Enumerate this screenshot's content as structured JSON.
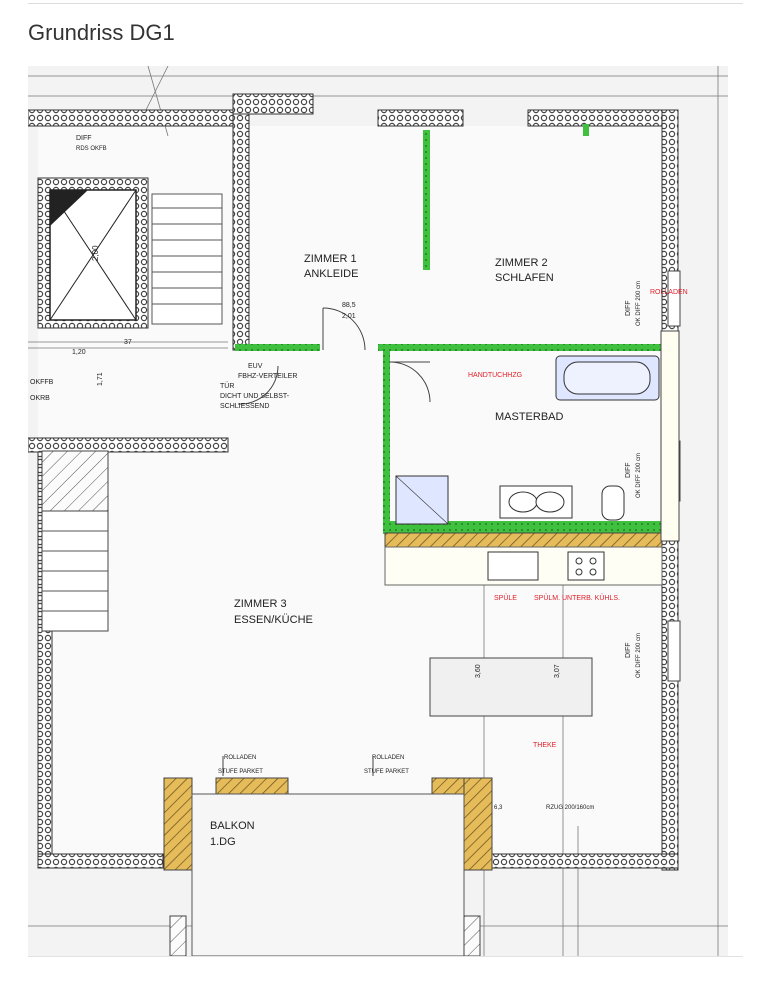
{
  "title": "Grundriss DG1",
  "colors": {
    "wall_hatch": "#e0b04a",
    "green_wall": "#3fc13f",
    "bath_blue": "#dfe6ff",
    "red_note": "#e0202a"
  },
  "rooms": {
    "zimmer1": [
      "ZIMMER 1",
      "ANKLEIDE"
    ],
    "zimmer2": [
      "ZIMMER 2",
      "SCHLAFEN"
    ],
    "masterbad": "MASTERBAD",
    "zimmer3": [
      "ZIMMER 3",
      "ESSEN/KÜCHE"
    ],
    "balkon": [
      "BALKON",
      "1.DG"
    ]
  },
  "notes": {
    "diff_top": "DIFF",
    "top_small": "RDS OKFB",
    "stair_dim": "2,00",
    "euv": "EUV",
    "fbhz": "FBHZ-VERTEILER",
    "tuer": "TÜR",
    "dicht": "DICHT UND SELBST-",
    "schliessend": "SCHLIESSEND",
    "okffb": "OKFFB",
    "okrb": "OKRB",
    "door_dim_1": "88,5",
    "door_dim_2": "2,01",
    "rolladen_1": "ROLLADEN",
    "handtuch": "HANDTUCHHZG",
    "diff": "DIFF",
    "ok_diff_200": "OK DIFF 200 cm",
    "spuele": "SPÜLE",
    "spuelmaschine": "SPÜLM. UNTERB. KÜHLS.",
    "theke": "THEKE",
    "dim_360": "3,60",
    "dim_307": "3,07",
    "rolladen_door_1": "ROLLADEN",
    "stufe_1": "STUFE PARKET",
    "rolladen_door_2": "ROLLADEN",
    "stufe_2": "STUFE PARKET",
    "rzug": "RZUG 200/160cm",
    "dim_63": "6,3",
    "dim_37": "37",
    "dim_120": "1,20",
    "dim_171": "1,71"
  }
}
